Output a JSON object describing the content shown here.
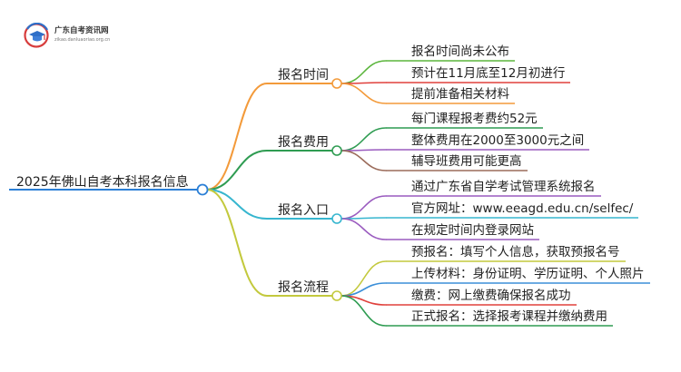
{
  "logo": {
    "name": "广东自考资讯网",
    "url_text": "zikao.danluaoriao.org.cn"
  },
  "root": {
    "label": "2025年佛山自考本科报名信息"
  },
  "branches": [
    {
      "label": "报名时间",
      "color": "#f39a3a",
      "leaves": [
        {
          "label": "报名时间尚未公布",
          "color": "#5bb53c"
        },
        {
          "label": "预计在11月底至12月初进行",
          "color": "#e0413c"
        },
        {
          "label": "提前准备相关材料",
          "color": "#f39a3a"
        }
      ]
    },
    {
      "label": "报名费用",
      "color": "#2f9c52",
      "leaves": [
        {
          "label": "每门课程报考费约52元",
          "color": "#2f9c52"
        },
        {
          "label": "整体费用在2000至3000元之间",
          "color": "#9a5bbf"
        },
        {
          "label": "辅导班费用可能更高",
          "color": "#9b6b5a"
        }
      ]
    },
    {
      "label": "报名入口",
      "color": "#37b6cf",
      "leaves": [
        {
          "label": "通过广东省自学考试管理系统报名",
          "color": "#9a5bbf"
        },
        {
          "label": "官方网址：www.eeagd.edu.cn/selfec/",
          "color": "#37b6cf"
        },
        {
          "label": "在规定时间内登录网站",
          "color": "#9a5bbf"
        }
      ]
    },
    {
      "label": "报名流程",
      "color": "#c3c93d",
      "leaves": [
        {
          "label": "预报名：填写个人信息，获取预报名号",
          "color": "#c3c93d"
        },
        {
          "label": "上传材料：身份证明、学历证明、个人照片",
          "color": "#3b8fd8"
        },
        {
          "label": "缴费：网上缴费确保报名成功",
          "color": "#e0413c"
        },
        {
          "label": "正式报名：选择报考课程并缴纳费用",
          "color": "#2f9c52"
        }
      ]
    }
  ]
}
